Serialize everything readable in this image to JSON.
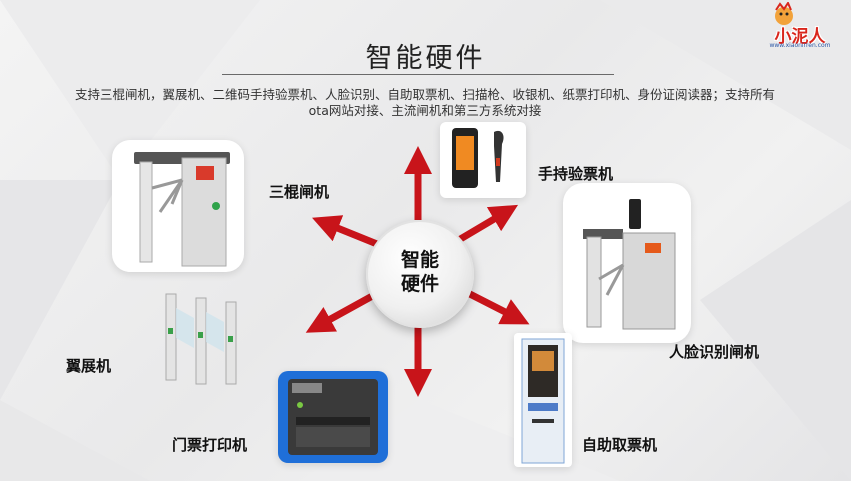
{
  "logo": {
    "name": "小泥人",
    "url_text": "www.xiaonirren.com"
  },
  "title": "智能硬件",
  "description": "支持三棍闸机，翼展机、二维码手持验票机、人脸识别、自助取票机、扫描枪、收银机、纸票打印机、身份证阅读器；支持所有ota网站对接、主流闸机和第三方系统对接",
  "center": {
    "line1": "智能",
    "line2": "硬件"
  },
  "devices": [
    {
      "label": "三棍闸机"
    },
    {
      "label": "手持验票机"
    },
    {
      "label": "人脸识别闸机"
    },
    {
      "label": "翼展机"
    },
    {
      "label": "门票打印机"
    },
    {
      "label": "自助取票机"
    }
  ],
  "colors": {
    "arrow": "#c8141a",
    "title_line": "#6a6a6a",
    "printer_bg": "#1f6fd8"
  }
}
